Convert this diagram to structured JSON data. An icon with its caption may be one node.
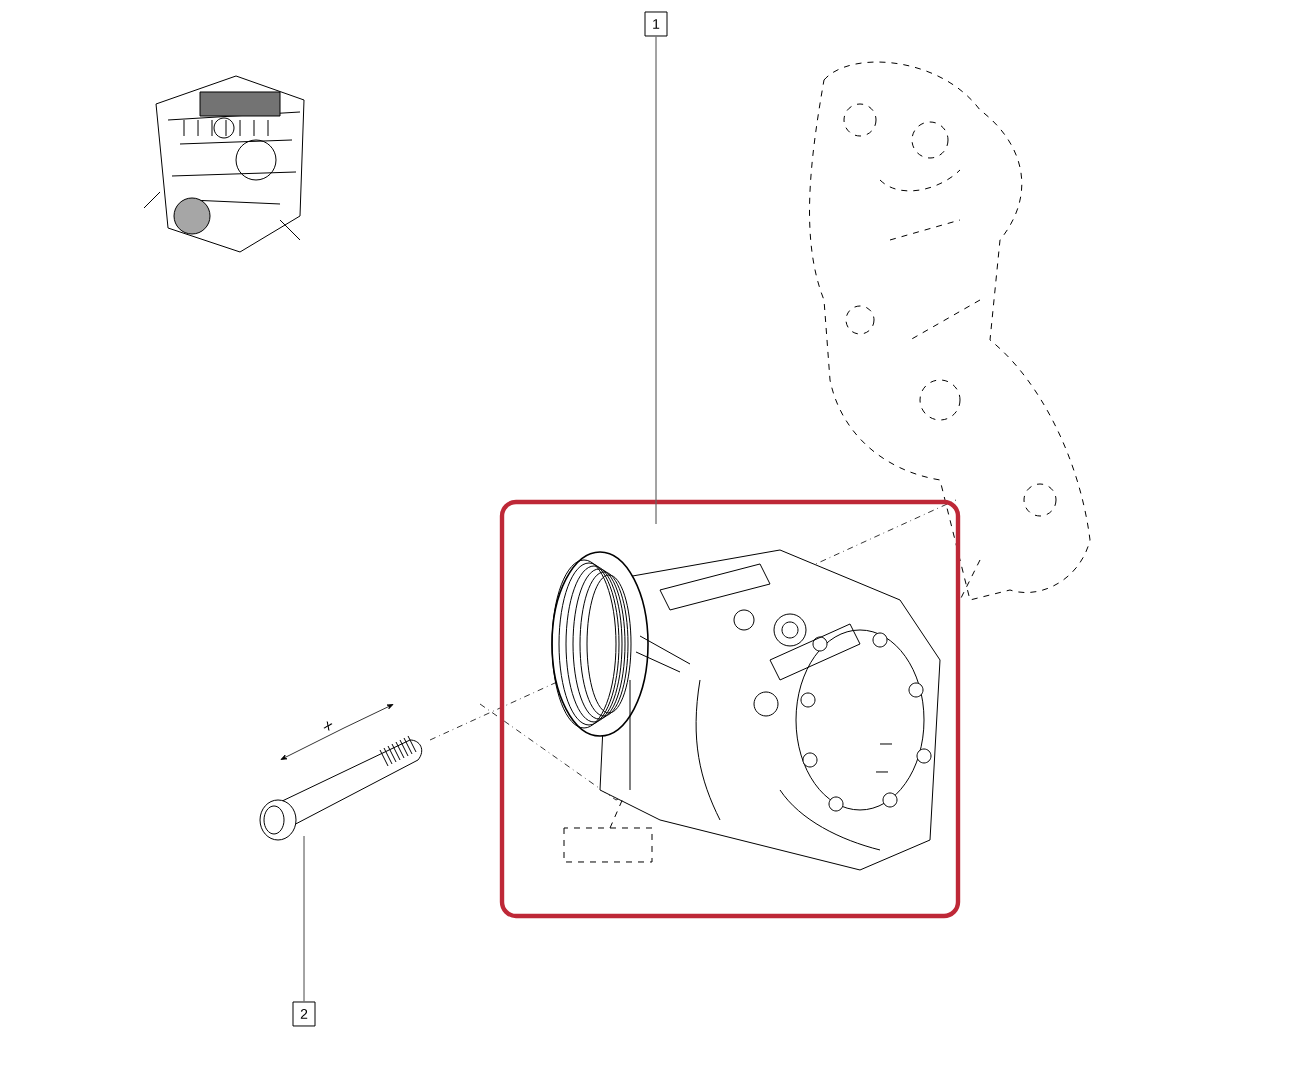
{
  "diagram": {
    "nodes": [
      {
        "text": [
          "1"
        ]
      },
      {
        "text": [],
        "shape": "picture"
      },
      {
        "text": [],
        "shape": "picture"
      },
      {
        "text": [
          "2"
        ]
      }
    ],
    "edges": [
      {
        "from": 0,
        "to": 1,
        "arrow": "none"
      },
      {
        "from": 3,
        "to": 2,
        "arrow": "none"
      }
    ],
    "labels": [
      "x"
    ]
  }
}
